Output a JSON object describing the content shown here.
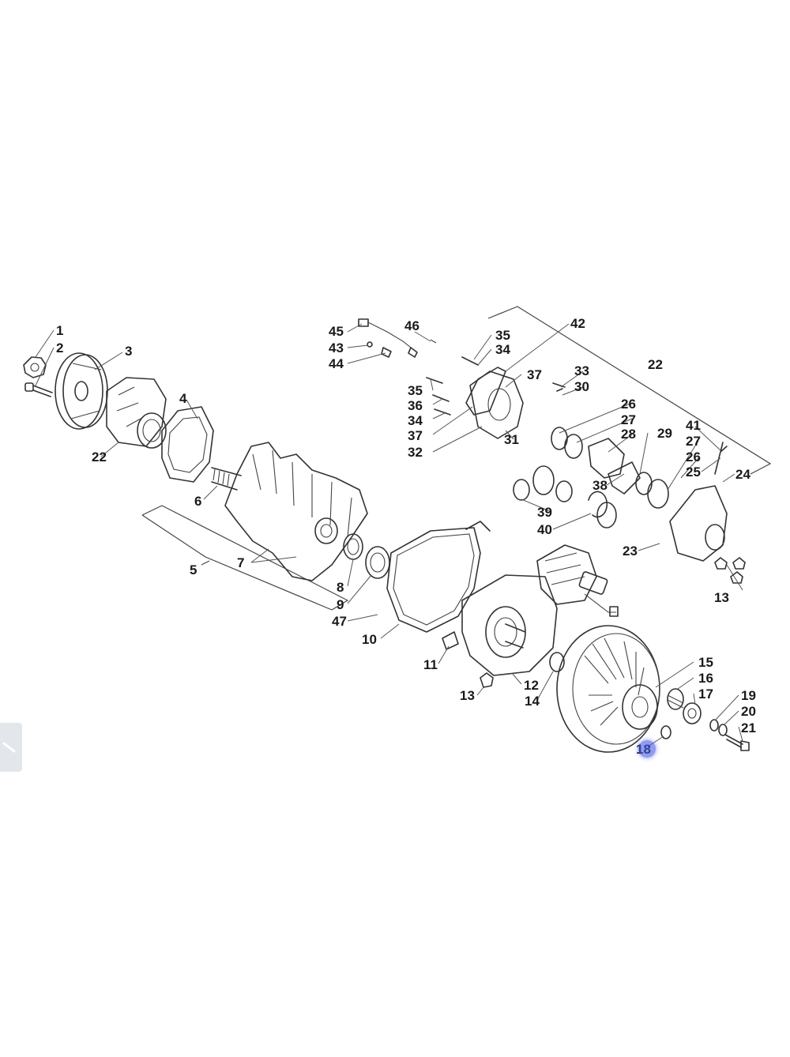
{
  "diagram": {
    "callouts": {
      "c1": "1",
      "c2": "2",
      "c3": "3",
      "c4": "4",
      "c5": "5",
      "c6": "6",
      "c7": "7",
      "c8": "8",
      "c9": "9",
      "c10": "10",
      "c11": "11",
      "c12": "12",
      "c13a": "13",
      "c13b": "13",
      "c14": "14",
      "c15": "15",
      "c16": "16",
      "c17": "17",
      "c18": "18",
      "c19": "19",
      "c20": "20",
      "c21": "21",
      "c22a": "22",
      "c22b": "22",
      "c23": "23",
      "c24": "24",
      "c25": "25",
      "c26a": "26",
      "c26b": "26",
      "c27a": "27",
      "c27b": "27",
      "c28": "28",
      "c29": "29",
      "c30": "30",
      "c31": "31",
      "c32": "32",
      "c33": "33",
      "c34a": "34",
      "c34b": "34",
      "c35a": "35",
      "c35b": "35",
      "c36": "36",
      "c37a": "37",
      "c37b": "37",
      "c38": "38",
      "c39": "39",
      "c40": "40",
      "c41": "41",
      "c42": "42",
      "c43": "43",
      "c44": "44",
      "c45": "45",
      "c46": "46",
      "c47": "47"
    },
    "highlight_color": "#4a5ce6"
  },
  "side_tab": {
    "icon": "chevron-left-icon"
  }
}
